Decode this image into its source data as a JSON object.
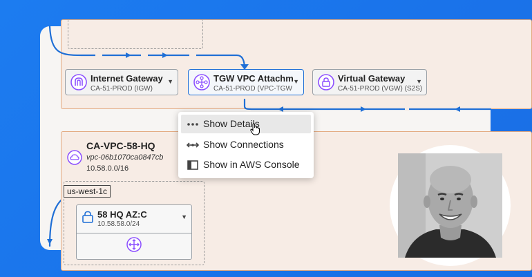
{
  "top_vpc": {
    "nodes": [
      {
        "name": "Internet Gateway",
        "sub": "CA-51-PROD (IGW)",
        "icon": "internet-gateway-icon"
      },
      {
        "name": "TGW VPC Attachm",
        "sub": "CA-51-PROD (VPC-TGW",
        "icon": "transit-gateway-icon"
      },
      {
        "name": "Virtual Gateway",
        "sub": "CA-51-PROD (VGW) (S2S)",
        "icon": "vpn-gateway-icon"
      }
    ]
  },
  "context_menu": {
    "items": [
      {
        "label": "Show Details",
        "icon": "more-dots-icon"
      },
      {
        "label": "Show Connections",
        "icon": "connections-icon"
      },
      {
        "label": "Show in AWS Console",
        "icon": "console-icon"
      }
    ]
  },
  "vpc58": {
    "name": "CA-VPC-58-HQ",
    "id": "vpc-06b1070ca0847cb",
    "cidr": "10.58.0.0/16",
    "az_label": "us-west-1c",
    "subnet": {
      "name": "58 HQ AZ:C",
      "cidr": "10.58.58.0/24"
    }
  },
  "colors": {
    "accent": "#1f6fd6",
    "background": "#1c7cf0",
    "vpc_border": "#e3a97f"
  }
}
